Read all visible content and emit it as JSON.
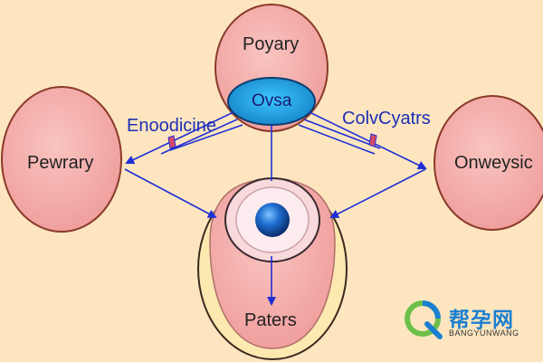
{
  "nodes": {
    "top": "Poyary",
    "top_inner": "Ovsa",
    "left": "Pewrary",
    "right": "Onweysic",
    "bottom": "Paters"
  },
  "edges": {
    "left_label": "Enoodicine",
    "right_label": "ColvCyatrs"
  },
  "watermark": {
    "title": "帮孕网",
    "subtitle": "BANGYUNWANG"
  },
  "colors": {
    "background": "#fde6bf",
    "node_fill": "#f4a3a3",
    "inner_node": "#1e9fd9",
    "arrow": "#1f2fd6",
    "watermark_blue": "#1b7fd1",
    "watermark_green": "#6cc04a"
  }
}
